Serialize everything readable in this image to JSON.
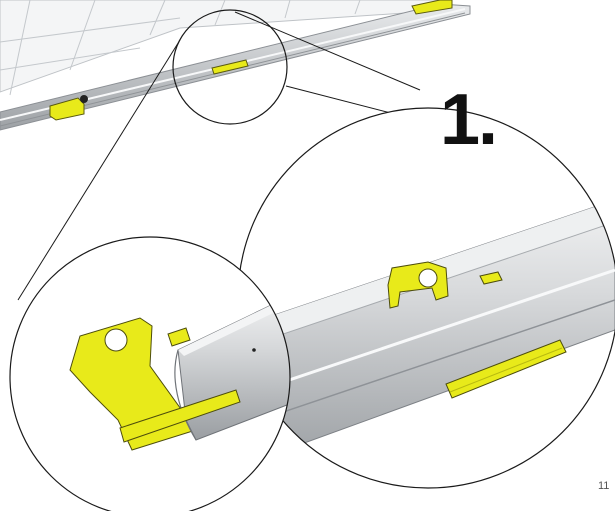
{
  "step": {
    "number": "1."
  },
  "page": {
    "number": "11"
  },
  "colors": {
    "bracket_yellow": "#e8ea1a",
    "rail_silver": "#c9cccf",
    "panel_white": "#f4f5f6",
    "outline": "#1a1a1a"
  },
  "icons": [
    "magnifier-callout-small",
    "magnifier-callout-large-left",
    "magnifier-callout-large-right"
  ]
}
